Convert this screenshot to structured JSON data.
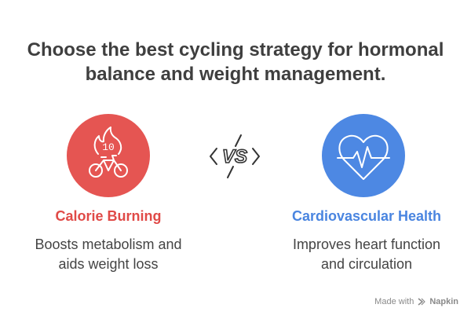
{
  "title_line1": "Choose the best cycling strategy for hormonal",
  "title_line2": "balance and weight management.",
  "vs_label": "VS",
  "left": {
    "title": "Calorie Burning",
    "desc_line1": "Boosts metabolism and",
    "desc_line2": "aids weight loss",
    "badge_number": "10",
    "color": "#e55552",
    "icon": "flame-bicycle-icon"
  },
  "right": {
    "title": "Cardiovascular Health",
    "desc_line1": "Improves heart function",
    "desc_line2": "and circulation",
    "color": "#4d88e3",
    "icon": "heartbeat-icon"
  },
  "footer": {
    "made_with": "Made with",
    "app": "Napkin",
    "icon": "napkin-logo-icon"
  }
}
